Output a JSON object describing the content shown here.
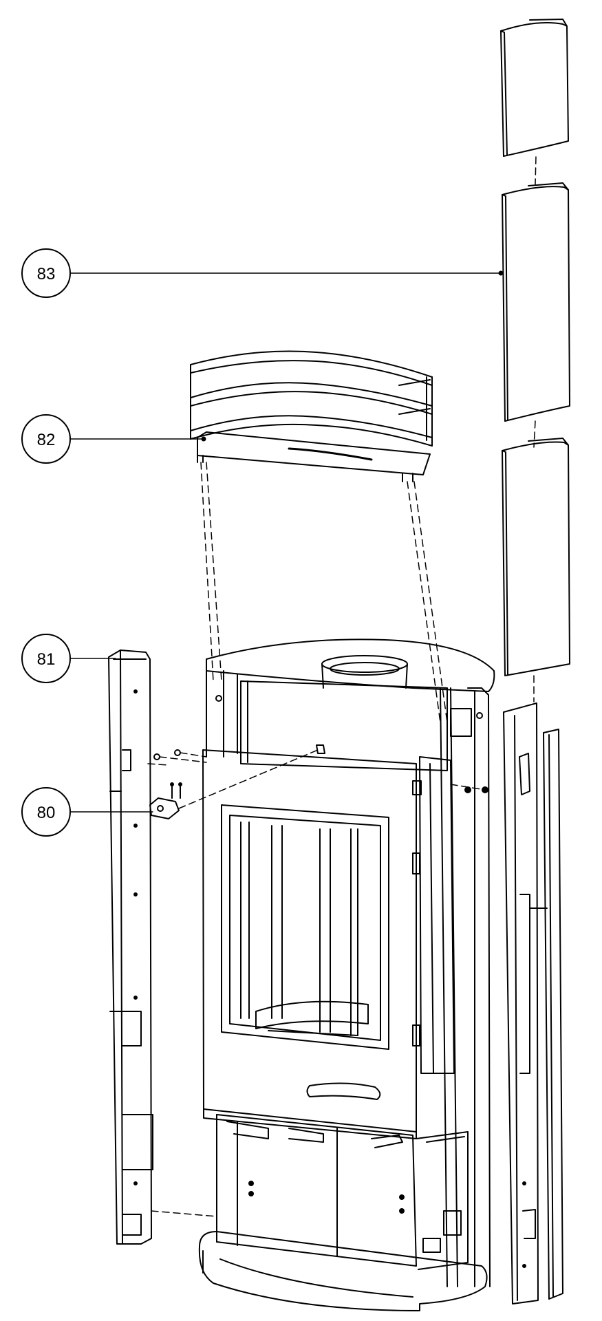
{
  "callouts": [
    {
      "id": "c83",
      "label": "83"
    },
    {
      "id": "c82",
      "label": "82"
    },
    {
      "id": "c81",
      "label": "81"
    },
    {
      "id": "c80",
      "label": "80"
    }
  ],
  "colors": {
    "line": "#000000",
    "background": "#ffffff"
  }
}
